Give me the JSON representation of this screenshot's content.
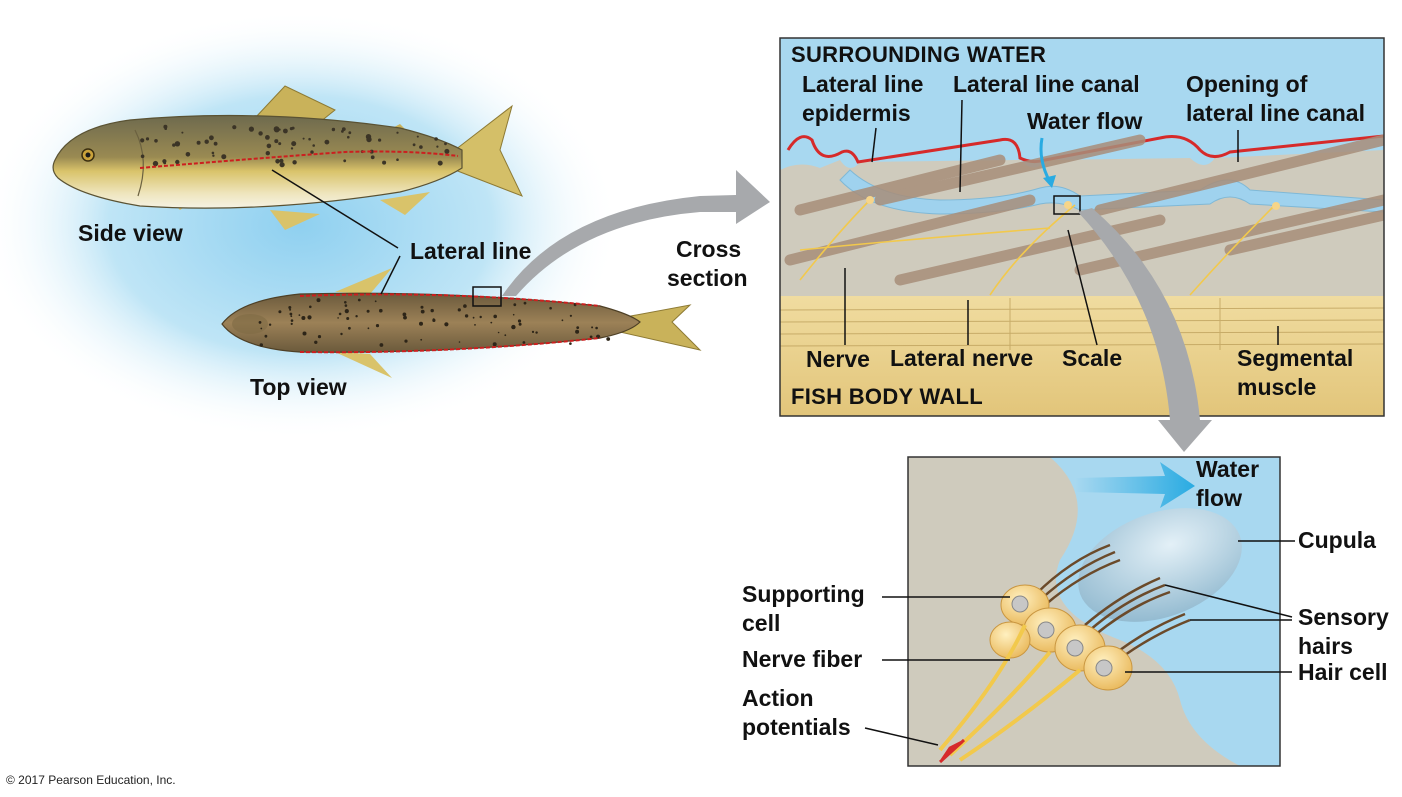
{
  "labels": {
    "side_view": "Side view",
    "top_view": "Top view",
    "lateral_line": "Lateral line",
    "cross_section_1": "Cross",
    "cross_section_2": "section",
    "surrounding_water": "SURROUNDING WATER",
    "lateral_line_epidermis_1": "Lateral line",
    "lateral_line_epidermis_2": "epidermis",
    "lateral_line_canal": "Lateral line canal",
    "water_flow_top": "Water flow",
    "opening_1": "Opening of",
    "opening_2": "lateral line canal",
    "nerve": "Nerve",
    "lateral_nerve": "Lateral nerve",
    "scale": "Scale",
    "segmental_1": "Segmental",
    "segmental_2": "muscle",
    "fish_body_wall": "FISH BODY WALL",
    "water_flow_bottom_1": "Water",
    "water_flow_bottom_2": "flow",
    "cupula": "Cupula",
    "supporting_1": "Supporting",
    "supporting_2": "cell",
    "sensory_1": "Sensory",
    "sensory_2": "hairs",
    "nerve_fiber": "Nerve fiber",
    "hair_cell": "Hair cell",
    "action_1": "Action",
    "action_2": "potentials"
  },
  "copyright": "© 2017 Pearson Education, Inc.",
  "colors": {
    "water": "#a8d8f0",
    "lateral_line_red": "#cc1f1f",
    "muscle": "#e8cf8a",
    "arrow_gray": "#a7a9ac",
    "flow_blue": "#29abe2",
    "cell_yellow": "#f6d58a"
  }
}
